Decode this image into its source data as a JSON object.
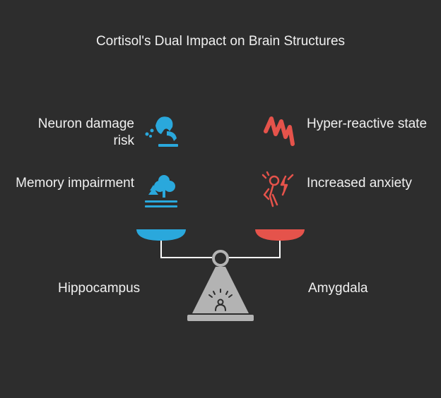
{
  "title": "Cortisol's Dual Impact on Brain Structures",
  "left": {
    "name": "Hippocampus",
    "color": "#2aa8dc",
    "effects": [
      {
        "label": "Neuron damage risk",
        "icon": "neuron-damage-icon"
      },
      {
        "label": "Memory impairment",
        "icon": "memory-tree-icon"
      }
    ]
  },
  "right": {
    "name": "Amygdala",
    "color": "#e5534b",
    "effects": [
      {
        "label": "Hyper-reactive state",
        "icon": "zigzag-reactive-icon"
      },
      {
        "label": "Increased anxiety",
        "icon": "anxious-person-icon"
      }
    ]
  },
  "scale_color": "#b3b3b3"
}
